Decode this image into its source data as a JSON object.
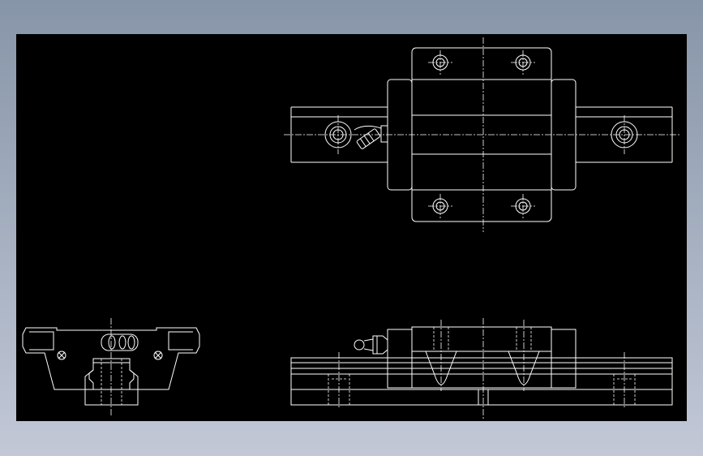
{
  "canvas": {
    "background": "#000000",
    "line_color": "#ffffff",
    "frame_gradient": [
      "#8795a8",
      "#c2c8d6"
    ]
  },
  "views": [
    {
      "id": "top-view",
      "label": ""
    },
    {
      "id": "front-view",
      "label": ""
    },
    {
      "id": "end-view",
      "label": ""
    }
  ]
}
